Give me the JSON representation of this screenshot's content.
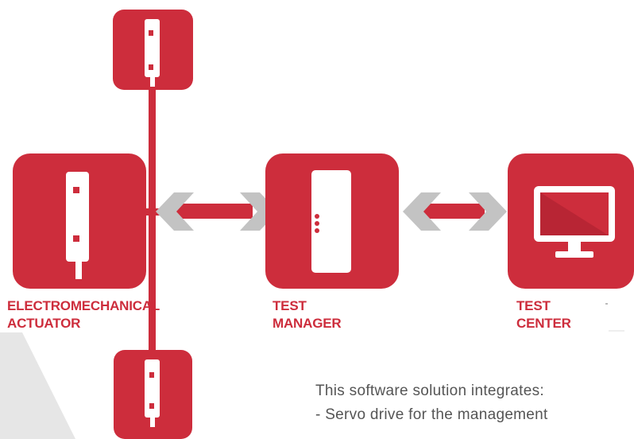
{
  "colors": {
    "brand_red": "#cd2d3c",
    "arrow_gray": "#c3c3c3",
    "text_gray": "#555555",
    "background": "#ffffff",
    "decor_gray": "#e6e6e6"
  },
  "nodes": [
    {
      "id": "actuator",
      "label_lines": [
        "ELECTROMECHANICAL",
        "ACTUATOR"
      ],
      "icon": "actuator-icon"
    },
    {
      "id": "manager",
      "label_lines": [
        "TEST",
        "MANAGER"
      ],
      "icon": "controller-unit-icon"
    },
    {
      "id": "center",
      "label_lines": [
        "TEST",
        "CENTER"
      ],
      "icon": "monitor-icon"
    }
  ],
  "extra_actuators": [
    {
      "id": "top",
      "icon": "actuator-icon"
    },
    {
      "id": "bottom",
      "icon": "actuator-icon"
    }
  ],
  "connections": [
    {
      "from": "actuator",
      "to": "manager",
      "style": "double-arrow"
    },
    {
      "from": "manager",
      "to": "center",
      "style": "double-arrow"
    }
  ],
  "description": {
    "line1": "This software solution integrates:",
    "line2": "- Servo drive for the management"
  }
}
